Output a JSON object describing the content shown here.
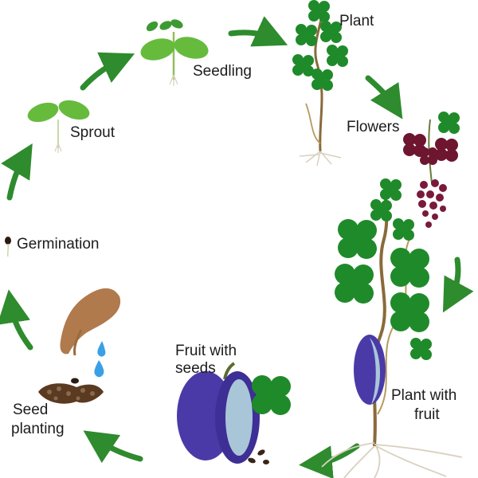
{
  "stages": {
    "plant": "Plant",
    "seedling": "Seedling",
    "sprout": "Sprout",
    "flowers": "Flowers",
    "germination": "Germination",
    "plant_with_fruit_1": "Plant with",
    "plant_with_fruit_2": "fruit",
    "fruit_with_seeds_1": "Fruit with",
    "fruit_with_seeds_2": "seeds",
    "seed_planting_1": "Seed",
    "seed_planting_2": "planting"
  },
  "colors": {
    "arrow": "#2e8b2e",
    "leaf": "#1f8a2a",
    "leaf_light": "#66bb3d",
    "stem": "#8a6a3a",
    "flower": "#6e1530",
    "fruit": "#4a3aa8",
    "fruit_inner": "#a9c6d8",
    "root": "#d9d0bf",
    "hand": "#b07a4c",
    "water": "#3aa0e6",
    "soil": "#5b3a22"
  },
  "icons": [
    "cycle-arrow-icon",
    "seed-icon",
    "water-drop-icon",
    "hand-icon",
    "leaf-icon"
  ]
}
